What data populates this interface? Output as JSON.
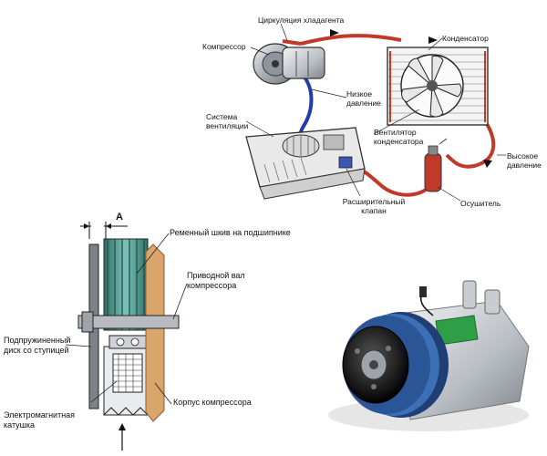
{
  "system": {
    "circulation": "Циркуляция хладагента",
    "compressor": "Компрессор",
    "condenser": "Конденсатор",
    "low_pressure": "Низкое\nдавление",
    "ventilation_system": "Система\nвентиляции",
    "condenser_fan": "Вентилятор\nконденсатора",
    "high_pressure": "Высокое\nдавление",
    "expansion_valve": "Расширительный\nклапан",
    "dryer": "Осушитель"
  },
  "clutch": {
    "dimension": "A",
    "pulley_bearing": "Ременный шкив на подшипнике",
    "drive_shaft": "Приводной вал\nкомпрессора",
    "spring_disc": "Подпружиненный\nдиск со ступицей",
    "compressor_body": "Корпус компрессора",
    "em_coil": "Электромагнитная\nкатушка"
  },
  "colors": {
    "hot_line": "#c0392b",
    "cold_line": "#1f3fa8",
    "pulley": "#5fa39a",
    "housing": "#d9a56b",
    "metal": "#b8bcc2"
  }
}
